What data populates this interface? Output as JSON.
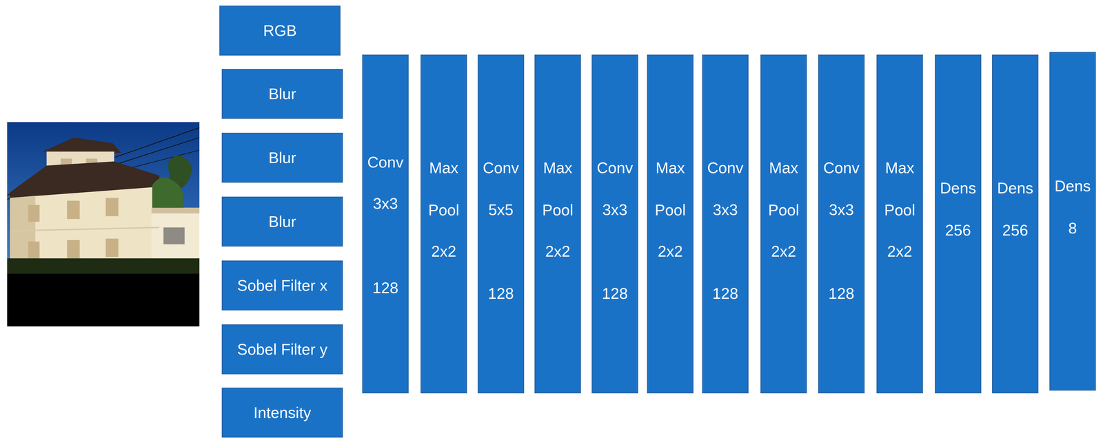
{
  "diagram": {
    "nodes": [
      {
        "text": [
          "RGB"
        ]
      },
      {
        "text": [
          "Blur"
        ]
      },
      {
        "text": [
          "Blur"
        ]
      },
      {
        "text": [
          "Blur"
        ]
      },
      {
        "text": [
          "Sobel Filter x"
        ]
      },
      {
        "text": [
          "Sobel Filter y"
        ]
      },
      {
        "text": [
          "Intensity"
        ]
      },
      {
        "text": [
          "Conv",
          "3x3",
          "128"
        ]
      },
      {
        "text": [
          "Max Pool",
          "2x2"
        ]
      },
      {
        "text": [
          "Conv",
          "5x5",
          "128"
        ]
      },
      {
        "text": [
          "Max Pool",
          "2x2"
        ]
      },
      {
        "text": [
          "Conv",
          "3x3",
          "128"
        ]
      },
      {
        "text": [
          "Max Pool",
          "2x2"
        ]
      },
      {
        "text": [
          "Conv",
          "3x3",
          "128"
        ]
      },
      {
        "text": [
          "Max Pool",
          "2x2"
        ]
      },
      {
        "text": [
          "Conv",
          "3x3",
          "128"
        ]
      },
      {
        "text": [
          "Max Pool",
          "2x2"
        ]
      },
      {
        "text": [
          "Dens",
          "256"
        ]
      },
      {
        "text": [
          "Dens",
          "256"
        ]
      },
      {
        "text": [
          "Dens",
          "8"
        ]
      }
    ]
  }
}
